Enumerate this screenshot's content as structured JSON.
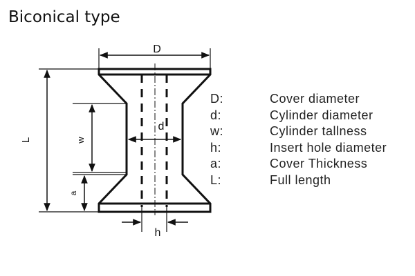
{
  "title": "Biconical type",
  "dimensions": {
    "D": "D",
    "d": "d",
    "w": "w",
    "h": "h",
    "a": "a",
    "L": "L"
  },
  "legend": [
    {
      "key": "D:",
      "desc": "Cover diameter"
    },
    {
      "key": "d:",
      "desc": "Cylinder diameter"
    },
    {
      "key": "w:",
      "desc": "Cylinder tallness"
    },
    {
      "key": "h:",
      "desc": "Insert hole diameter"
    },
    {
      "key": "a:",
      "desc": "Cover Thickness"
    },
    {
      "key": "L:",
      "desc": "Full length"
    }
  ]
}
